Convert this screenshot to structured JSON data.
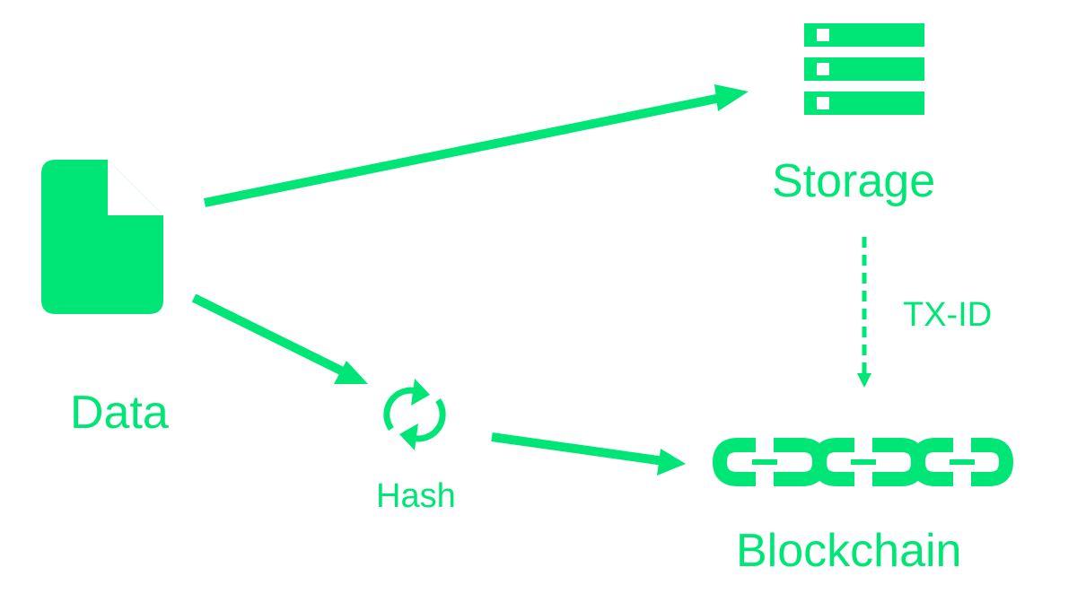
{
  "theme": {
    "accent": "#00e676",
    "background": "#ffffff"
  },
  "nodes": {
    "data": {
      "label": "Data",
      "icon": "document-icon"
    },
    "storage": {
      "label": "Storage",
      "icon": "server-stack-icon"
    },
    "hash": {
      "label": "Hash",
      "icon": "sync-icon"
    },
    "blockchain": {
      "label": "Blockchain",
      "icon": "chain-link-icon"
    }
  },
  "edges": [
    {
      "from": "data",
      "to": "storage",
      "style": "solid",
      "label": ""
    },
    {
      "from": "data",
      "to": "hash",
      "style": "solid",
      "label": ""
    },
    {
      "from": "hash",
      "to": "blockchain",
      "style": "solid",
      "label": ""
    },
    {
      "from": "storage",
      "to": "blockchain",
      "style": "dashed",
      "label": "TX-ID"
    }
  ]
}
